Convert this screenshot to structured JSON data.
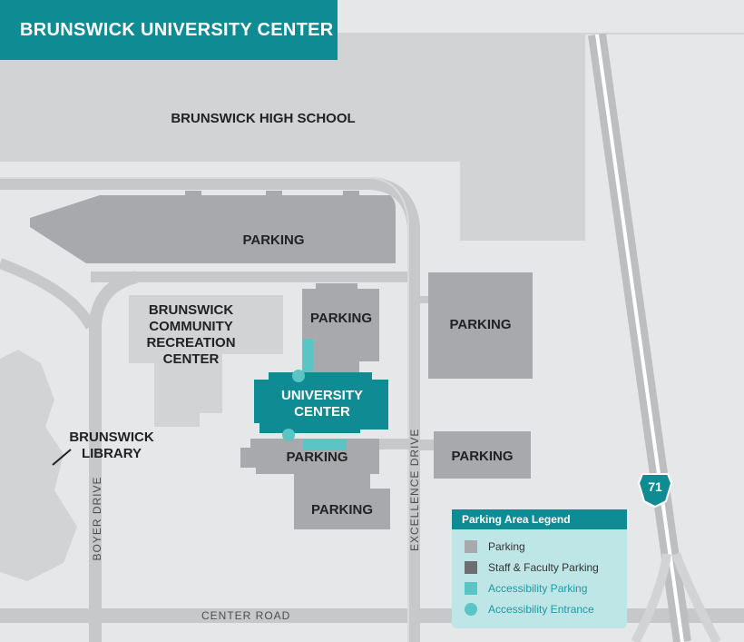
{
  "title": "BRUNSWICK UNIVERSITY CENTER",
  "buildings": {
    "high_school": "BRUNSWICK HIGH SCHOOL",
    "recreation_center": "BRUNSWICK COMMUNITY RECREATION CENTER",
    "university_center": "UNIVERSITY CENTER",
    "library": "BRUNSWICK LIBRARY"
  },
  "parking_label": "PARKING",
  "roads": {
    "boyer": "BOYER DRIVE",
    "excellence": "EXCELLENCE DRIVE",
    "center": "CENTER ROAD"
  },
  "highway": "71",
  "legend": {
    "title": "Parking Area Legend",
    "items": [
      {
        "label": "Parking",
        "color": "#a7a9ac",
        "shape": "square"
      },
      {
        "label": "Staff & Faculty Parking",
        "color": "#6d6e71",
        "shape": "square"
      },
      {
        "label": "Accessibility Parking",
        "color": "#5bc4c4",
        "shape": "square"
      },
      {
        "label": "Accessibility Entrance",
        "color": "#5bc4c4",
        "shape": "circle"
      }
    ]
  },
  "colors": {
    "brand": "#0f8b94",
    "accessibility": "#5bc4c4",
    "parking": "#a7a9ac",
    "building": "#d1d3d4",
    "road": "#c7c8ca"
  }
}
